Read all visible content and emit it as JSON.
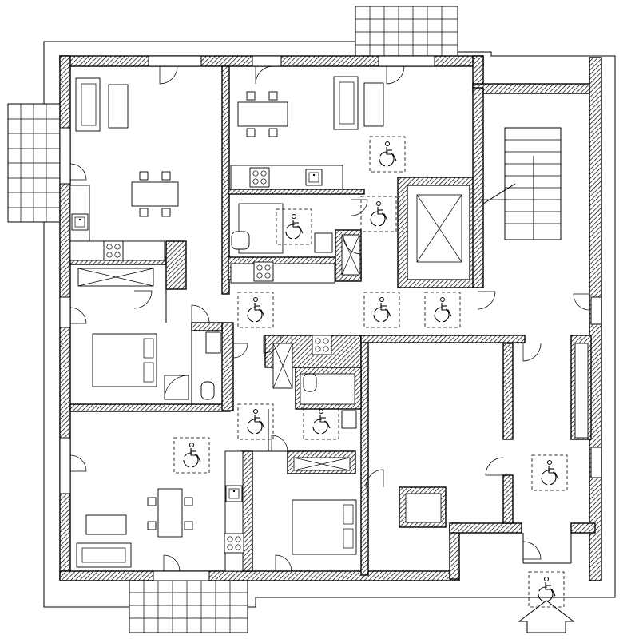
{
  "drawing": {
    "type": "architectural floor plan",
    "view": "top-down",
    "style": "black line drawing on white background",
    "colors": {
      "line": "#000000",
      "background": "#ffffff"
    },
    "icons": [
      "wheelchair-accessibility-icon",
      "entrance-arrow-icon",
      "staircase-icon",
      "elevator-icon",
      "door-swing-icon",
      "balcony-grid-icon"
    ]
  }
}
